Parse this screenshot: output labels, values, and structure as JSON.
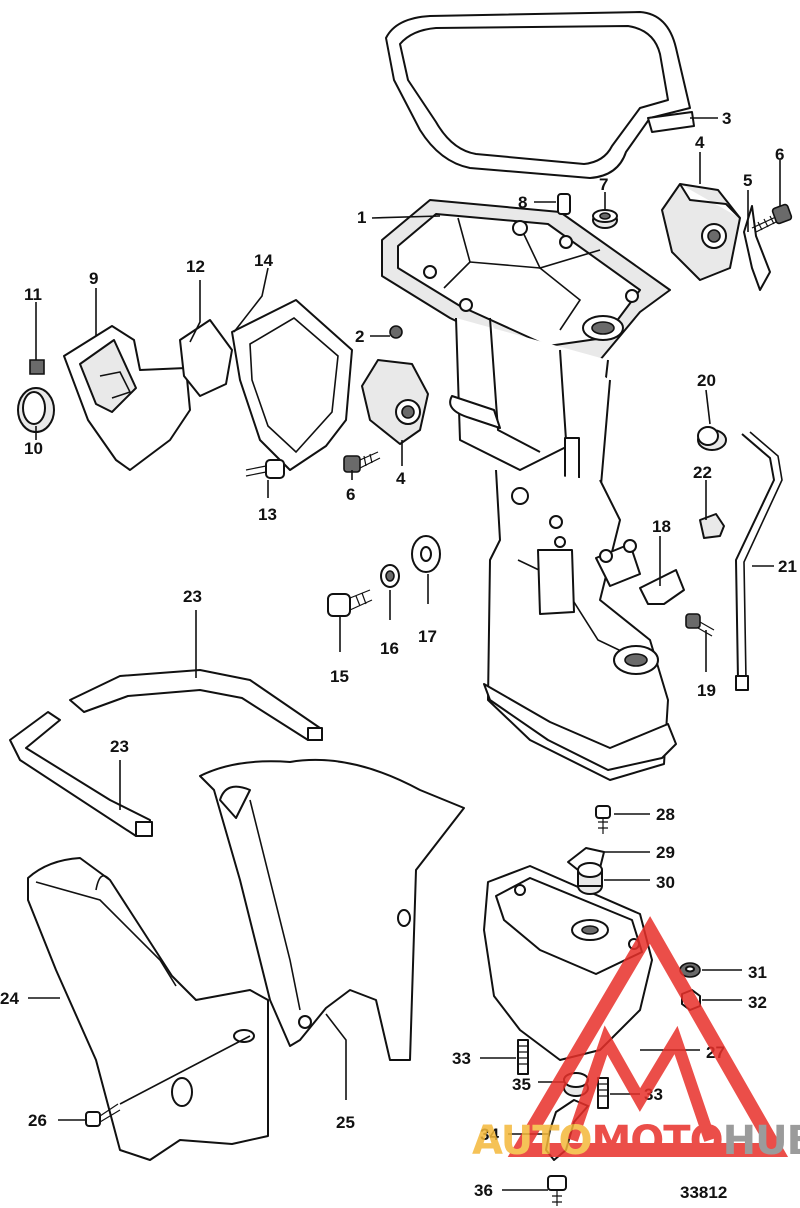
{
  "diagram": {
    "figure_number": "33812",
    "callouts": [
      {
        "id": "c3",
        "text": "3"
      },
      {
        "id": "c4a",
        "text": "4"
      },
      {
        "id": "c6a",
        "text": "6"
      },
      {
        "id": "c5",
        "text": "5"
      },
      {
        "id": "c8",
        "text": "8"
      },
      {
        "id": "c7",
        "text": "7"
      },
      {
        "id": "c1",
        "text": "1"
      },
      {
        "id": "c14",
        "text": "14"
      },
      {
        "id": "c12",
        "text": "12"
      },
      {
        "id": "c9",
        "text": "9"
      },
      {
        "id": "c11",
        "text": "11"
      },
      {
        "id": "c2",
        "text": "2"
      },
      {
        "id": "c10",
        "text": "10"
      },
      {
        "id": "c20",
        "text": "20"
      },
      {
        "id": "c22",
        "text": "22"
      },
      {
        "id": "c4b",
        "text": "4"
      },
      {
        "id": "c6b",
        "text": "6"
      },
      {
        "id": "c13",
        "text": "13"
      },
      {
        "id": "c18",
        "text": "18"
      },
      {
        "id": "c21",
        "text": "21"
      },
      {
        "id": "c23a",
        "text": "23"
      },
      {
        "id": "c17",
        "text": "17"
      },
      {
        "id": "c16",
        "text": "16"
      },
      {
        "id": "c15",
        "text": "15"
      },
      {
        "id": "c19",
        "text": "19"
      },
      {
        "id": "c23b",
        "text": "23"
      },
      {
        "id": "c28",
        "text": "28"
      },
      {
        "id": "c29",
        "text": "29"
      },
      {
        "id": "c30",
        "text": "30"
      },
      {
        "id": "c31",
        "text": "31"
      },
      {
        "id": "c24",
        "text": "24"
      },
      {
        "id": "c32",
        "text": "32"
      },
      {
        "id": "c27",
        "text": "27"
      },
      {
        "id": "c33a",
        "text": "33"
      },
      {
        "id": "c35",
        "text": "35"
      },
      {
        "id": "c33b",
        "text": "33"
      },
      {
        "id": "c26",
        "text": "26"
      },
      {
        "id": "c25",
        "text": "25"
      },
      {
        "id": "c34",
        "text": "34"
      },
      {
        "id": "c36",
        "text": "36"
      }
    ]
  },
  "watermark": {
    "part1": "AUTO",
    "part2": "MOTO",
    "part3": "HUB",
    "colors": {
      "accent": "#f4b83a",
      "red": "#e8302a",
      "gray": "#8a8a8a"
    }
  }
}
